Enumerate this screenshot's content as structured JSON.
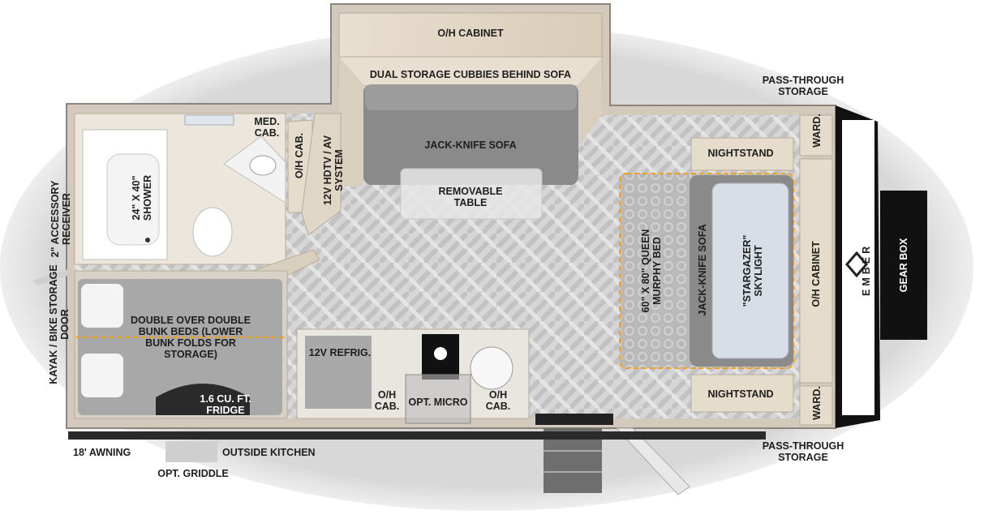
{
  "labels": {
    "oh_cabinet_top": "O/H CABINET",
    "storage_cubbies": "DUAL STORAGE CUBBIES BEHIND SOFA",
    "pass_through_top": "PASS-THROUGH STORAGE",
    "pass_through_bottom": "PASS-THROUGH STORAGE",
    "med_cab": "MED. CAB.",
    "oh_cab_bath": "O/H CAB.",
    "hdtv": "12V HDTV / AV SYSTEM",
    "jack_knife_sofa_main": "JACK-KNIFE SOFA",
    "removable_table": "REMOVABLE TABLE",
    "nightstand_top": "NIGHTSTAND",
    "nightstand_bottom": "NIGHTSTAND",
    "ward_top": "WARD.",
    "ward_bottom": "WARD.",
    "shower": "24\" X 40\" SHOWER",
    "accessory_receiver": "2\" ACCESSORY RECEIVER",
    "kayak_door": "KAYAK / BIKE STORAGE DOOR",
    "bunk_beds": "DOUBLE OVER DOUBLE BUNK BEDS (LOWER BUNK FOLDS FOR STORAGE)",
    "fridge_outside": "1.6 CU. FT. FRIDGE",
    "refrig": "12V REFRIG.",
    "oh_cab_left": "O/H CAB.",
    "opt_micro": "OPT. MICRO",
    "oh_cab_right": "O/H CAB.",
    "murphy_bed": "60\" X 80\" QUEEN MURPHY BED",
    "jack_knife_sofa_bed": "JACK-KNIFE SOFA",
    "skylight": "\"STARGAZER\" SKYLIGHT",
    "oh_cabinet_front": "O/H CABINET",
    "gear_box": "GEAR BOX",
    "awning": "18' AWNING",
    "outside_kitchen": "OUTSIDE KITCHEN",
    "opt_griddle": "OPT. GRIDDLE",
    "brand": "EMBER"
  },
  "colors": {
    "wall": "#cfc6b8",
    "floor": "#d9d9d9",
    "upholstery": "#7a7a7a",
    "cabinet": "#e6dccb",
    "bed_outline": "#f0a020",
    "gear_box": "#111111"
  }
}
